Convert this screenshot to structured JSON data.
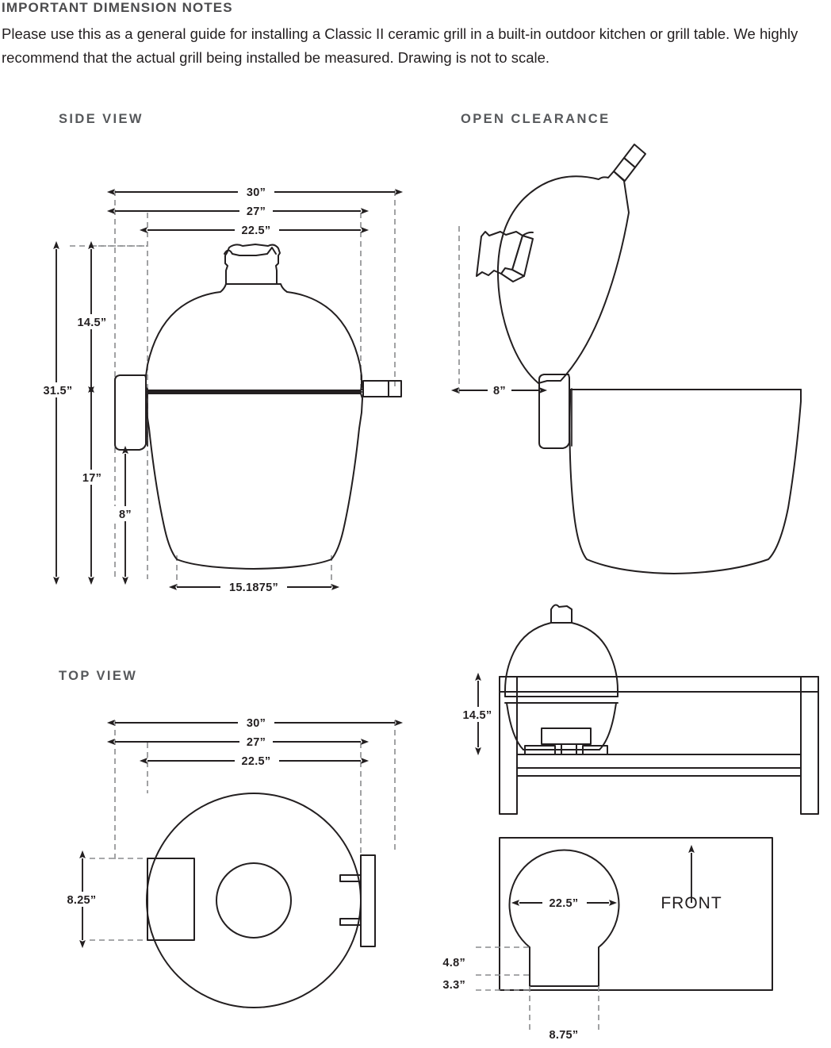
{
  "notes": {
    "title": "IMPORTANT DIMENSION NOTES",
    "body": "Please use this as a general guide for installing a Classic II ceramic grill in a built-in outdoor kitchen or grill table. We highly recommend that the actual grill being installed be measured. Drawing is not to scale."
  },
  "sections": {
    "side_view": "SIDE VIEW",
    "open_clearance": "OPEN CLEARANCE",
    "top_view": "TOP VIEW"
  },
  "side_view_dims": {
    "overall_width": "30”",
    "mid_width": "27”",
    "body_width": "22.5”",
    "dome_height": "14.5”",
    "total_height": "31.5”",
    "band_height": "17”",
    "base_height": "8”",
    "base_width": "15.1875”"
  },
  "open_clearance_dims": {
    "rear_clearance": "8”"
  },
  "top_view_dims": {
    "overall_width": "30”",
    "mid_width": "27”",
    "body_width": "22.5”",
    "handle_depth": "8.25”"
  },
  "table_view_dims": {
    "counter_height": "14.5”"
  },
  "cutout_dims": {
    "circle_diameter": "22.5”",
    "notch_offset_upper": "4.8”",
    "notch_offset_lower": "3.3”",
    "notch_width": "8.75”",
    "front_label": "FRONT"
  },
  "colors": {
    "line": "#231f20",
    "dashed": "#8a8c8e",
    "heading": "#56585b",
    "background": "#ffffff"
  }
}
